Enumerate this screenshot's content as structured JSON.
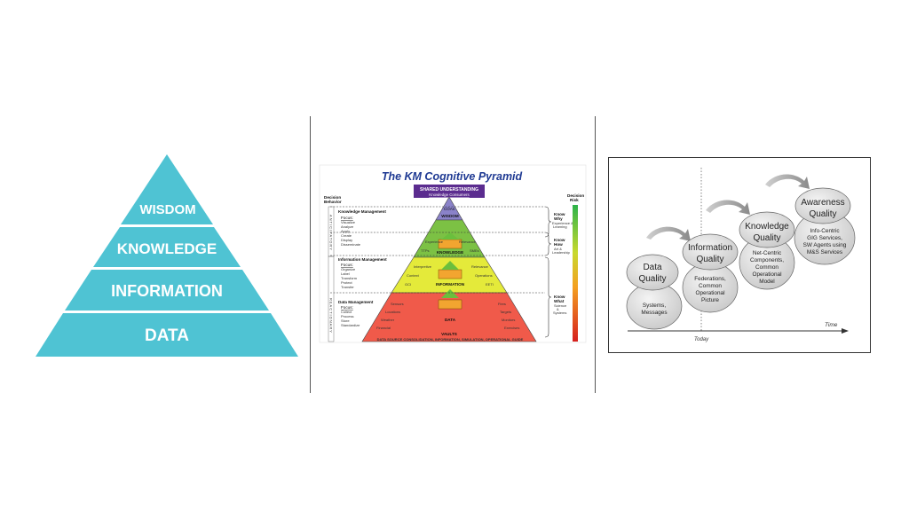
{
  "left_pyramid": {
    "tiers": [
      "WISDOM",
      "KNOWLEDGE",
      "INFORMATION",
      "DATA"
    ],
    "color": "#4fc3d3"
  },
  "km_pyramid": {
    "title": "The KM Cognitive Pyramid",
    "banner_title": "SHARED UNDERSTANDING",
    "banner_sub": "Knowledge Consumers",
    "left_col_title_1": "Decision",
    "left_col_title_2": "Behavior",
    "right_col_title_1": "Decision",
    "right_col_title_2": "Risk",
    "anticipatory": "ANTICIPATORY",
    "reactionary": "REACTIONARY",
    "km_heading": "Knowledge Management",
    "km_focus_label": "Focus:",
    "km_focus_items": [
      "Visualize",
      "Analyze",
      "Apply",
      "Create",
      "Display",
      "Disseminate"
    ],
    "im_heading": "Information Management",
    "im_focus_label": "Focus:",
    "im_focus_items": [
      "Organize",
      "Label",
      "Transform",
      "Protect",
      "Transfer"
    ],
    "dm_heading": "Data Management",
    "dm_focus_label": "Focus:",
    "dm_focus_items": [
      "Collect",
      "Process",
      "Store",
      "Standardize"
    ],
    "layers": [
      "WISDOM",
      "KNOWLEDGE",
      "INFORMATION",
      "DATA"
    ],
    "wisdom_inner": "COAs",
    "knowledge_inner": [
      "Experience",
      "Relevance",
      "TTPs",
      "SMEs"
    ],
    "information_inner": [
      "Interpretive",
      "Relevance",
      "Context",
      "Operations",
      "GCI",
      "EETI"
    ],
    "data_inner": [
      "Sensors",
      "Fires",
      "Locations",
      "Targets",
      "Weather",
      "Monitors",
      "Financial",
      "Exercises"
    ],
    "base_text": "VAULTS",
    "base_text_2": "DATA SOURCE CONSOLIDATION, INFORMATION, SIMULATION, OPERATIONAL GUIDE",
    "right_know_why": [
      "Know",
      "Why",
      "Experience &",
      "Learning"
    ],
    "right_know_how": [
      "Know",
      "How",
      "Art &",
      "Leadership"
    ],
    "right_know_what": [
      "Know",
      "What",
      "Science",
      "&",
      "Systems"
    ]
  },
  "quality_diagram": {
    "bubbles": [
      {
        "title_1": "Data",
        "title_2": "Quality",
        "sub": [
          "Systems,",
          "Messages"
        ]
      },
      {
        "title_1": "Information",
        "title_2": "Quality",
        "sub": [
          "Federations,",
          "Common",
          "Operational",
          "Picture"
        ]
      },
      {
        "title_1": "Knowledge",
        "title_2": "Quality",
        "sub": [
          "Net-Centric",
          "Components,",
          "Common",
          "Operational",
          "Model"
        ]
      },
      {
        "title_1": "Awareness",
        "title_2": "Quality",
        "sub": [
          "Info-Centric",
          "GIG Services,",
          "SW Agents using",
          "M&S Services"
        ]
      }
    ],
    "axis_label": "Time",
    "today_label": "Today"
  }
}
